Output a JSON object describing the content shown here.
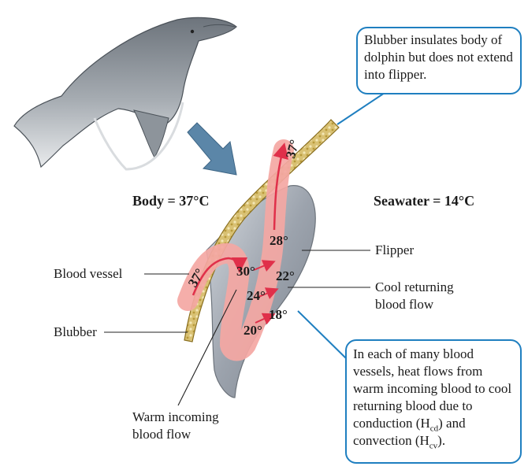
{
  "callouts": {
    "blubber_note": "Blubber insulates body of dolphin but does not extend into flipper.",
    "heat_note_part1": "In each of many blood vessels, heat flows from warm incoming blood to cool returning blood due to conduction (H",
    "heat_note_sub1": "cd",
    "heat_note_part2": ") and convection (H",
    "heat_note_sub2": "cv",
    "heat_note_part3": ")."
  },
  "headings": {
    "body": "Body = 37°C",
    "seawater": "Seawater = 14°C"
  },
  "labels": {
    "blood_vessel": "Blood vessel",
    "blubber": "Blubber",
    "flipper": "Flipper",
    "cool_returning_line1": "Cool returning",
    "cool_returning_line2": "blood flow",
    "warm_incoming_line1": "Warm incoming",
    "warm_incoming_line2": "blood flow"
  },
  "temperatures": {
    "in_37": "37°",
    "t30": "30°",
    "t24": "24°",
    "t20": "20°",
    "t18": "18°",
    "t22": "22°",
    "t28": "28°",
    "out_37": "37°"
  },
  "colors": {
    "callout_border": "#1f7fc0",
    "arrow": "#5b86a8",
    "blood_vessel": "#f4a7a3",
    "blood_arrow": "#e0304a",
    "blubber": "#c9a93a",
    "flipper": "#9aa1ab"
  }
}
